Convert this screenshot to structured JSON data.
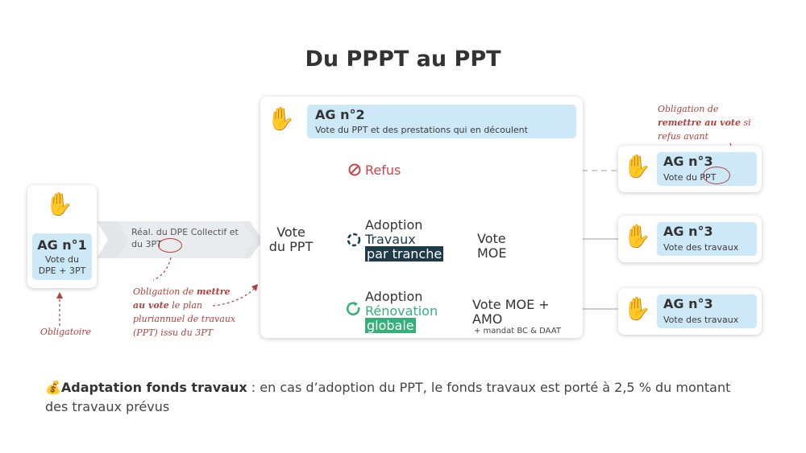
{
  "title": "Du PPPT au PPT",
  "ag1": {
    "title": "AG n°1",
    "desc": "Vote du DPE + 3PT"
  },
  "step_label": "Réal. du DPE Collectif et du 3PT",
  "note_obligatoire": "Obligatoire",
  "note_left": {
    "prefix": "Obligation de ",
    "bold": "mettre au vote",
    "rest": " le plan pluriannuel de travaux (PPT) issu du 3PT"
  },
  "ag2": {
    "title": "AG n°2",
    "desc": "Vote du PPT et des prestations qui en découlent"
  },
  "vote_ppt": "Vote du PPT",
  "refus": "Refus",
  "branch_tranche": {
    "line1": "Adoption",
    "line2": "Travaux",
    "line3": "par tranche",
    "vote": "Vote MOE"
  },
  "branch_globale": {
    "line1": "Adoption",
    "line2": "Rénovation",
    "line3": "globale",
    "vote": "Vote MOE + AMO",
    "sub": "+ mandat BC & DAAT"
  },
  "note_right": {
    "prefix": "Obligation de ",
    "bold": "remettre au vote",
    "rest": " si refus avant"
  },
  "ag3_refus": {
    "title": "AG n°3",
    "desc": "Vote du PPT"
  },
  "ag3_tranche": {
    "title": "AG n°3",
    "desc": "Vote des travaux"
  },
  "ag3_globale": {
    "title": "AG n°3",
    "desc": "Vote des travaux"
  },
  "bottom": {
    "icon": "💰",
    "bold": "Adaptation fonds travaux",
    "text": " : en cas d’adoption du PPT, le fonds travaux est porté à 2,5 % du montant des travaux prévus"
  },
  "icons": {
    "hand": "✋"
  },
  "colors": {
    "ag_box": "#cde9f7",
    "refus": "#c9444a",
    "dark_highlight": "#1f3b4a",
    "green_highlight": "#35b07a",
    "note": "#b0413e"
  }
}
